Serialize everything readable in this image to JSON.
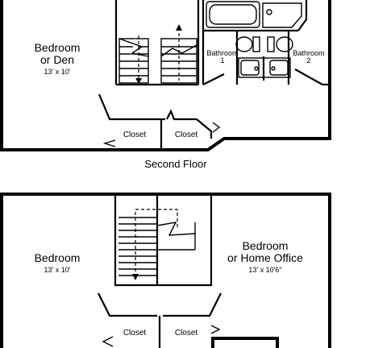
{
  "second_floor": {
    "label": "Second Floor",
    "bedroom_den": {
      "name_line1": "Bedroom",
      "name_line2": "or Den",
      "size": "13' x 10'"
    },
    "bathroom1": {
      "line1": "Bathroom",
      "line2": "1"
    },
    "bathroom2": {
      "line1": "Bathroom",
      "line2": "2"
    },
    "closet_left": "Closet",
    "closet_right": "Closet"
  },
  "first_floor": {
    "bedroom_left": {
      "name": "Bedroom",
      "size": "13' x 10'"
    },
    "bedroom_office": {
      "name_line1": "Bedroom",
      "name_line2": "or Home Office",
      "size": "13' x 10'6\""
    },
    "closet_left": "Closet",
    "closet_right": "Closet"
  }
}
